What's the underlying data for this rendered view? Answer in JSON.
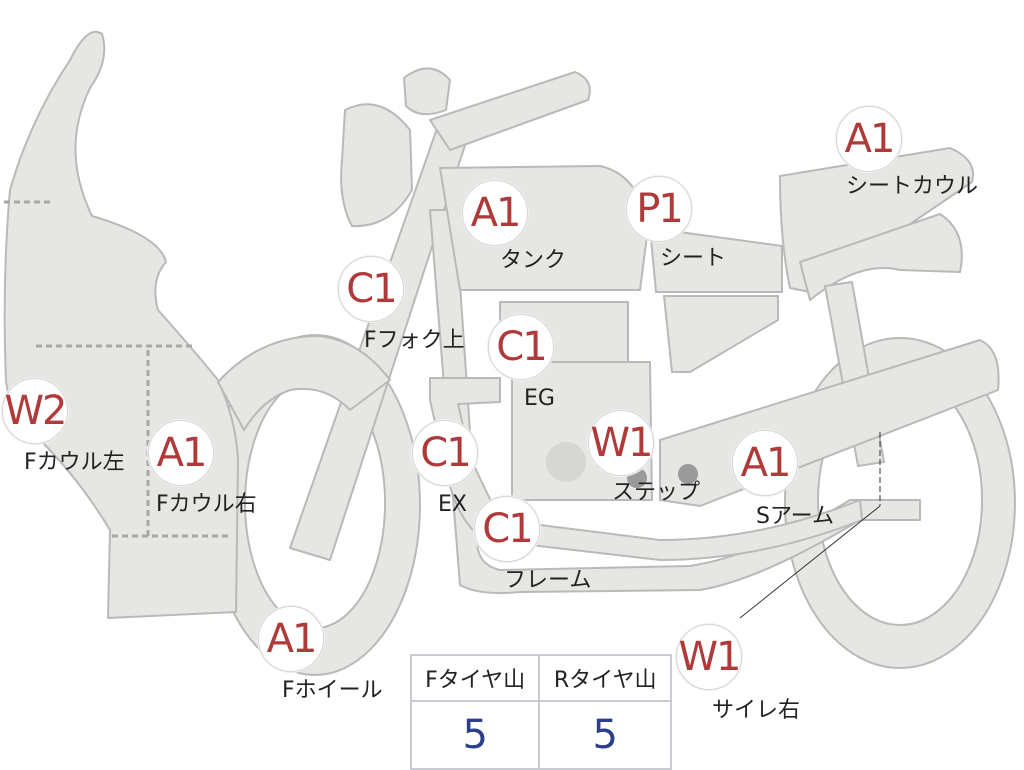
{
  "colors": {
    "grade_text": "#b03a3a",
    "tire_value_text": "#2c3f8c",
    "silhouette_fill": "#e6e6e3",
    "silhouette_stroke": "#b9b9b9",
    "label_text": "#222222",
    "table_border": "#c8ccd2"
  },
  "parts": [
    {
      "id": "w2-fcowl-left",
      "grade": "W2",
      "label": "Fカウル左"
    },
    {
      "id": "a1-fcowl-right",
      "grade": "A1",
      "label": "Fカウル右"
    },
    {
      "id": "a1-fwheel",
      "grade": "A1",
      "label": "Fホイール"
    },
    {
      "id": "c1-ffork-upper",
      "grade": "C1",
      "label": "Fフォク上"
    },
    {
      "id": "a1-tank",
      "grade": "A1",
      "label": "タンク"
    },
    {
      "id": "c1-engine",
      "grade": "C1",
      "label": "EG"
    },
    {
      "id": "c1-exhaust",
      "grade": "C1",
      "label": "EX"
    },
    {
      "id": "c1-frame",
      "grade": "C1",
      "label": "フレーム"
    },
    {
      "id": "w1-step",
      "grade": "W1",
      "label": "ステップ"
    },
    {
      "id": "p1-seat",
      "grade": "P1",
      "label": "シート"
    },
    {
      "id": "a1-seat-cowl",
      "grade": "A1",
      "label": "シートカウル"
    },
    {
      "id": "a1-swingarm",
      "grade": "A1",
      "label": "Sアーム"
    },
    {
      "id": "w1-muffler-right",
      "grade": "W1",
      "label": "サイレ右"
    }
  ],
  "tires": {
    "front_header": "Fタイヤ山",
    "rear_header": "Rタイヤ山",
    "front_value": "5",
    "rear_value": "5"
  }
}
